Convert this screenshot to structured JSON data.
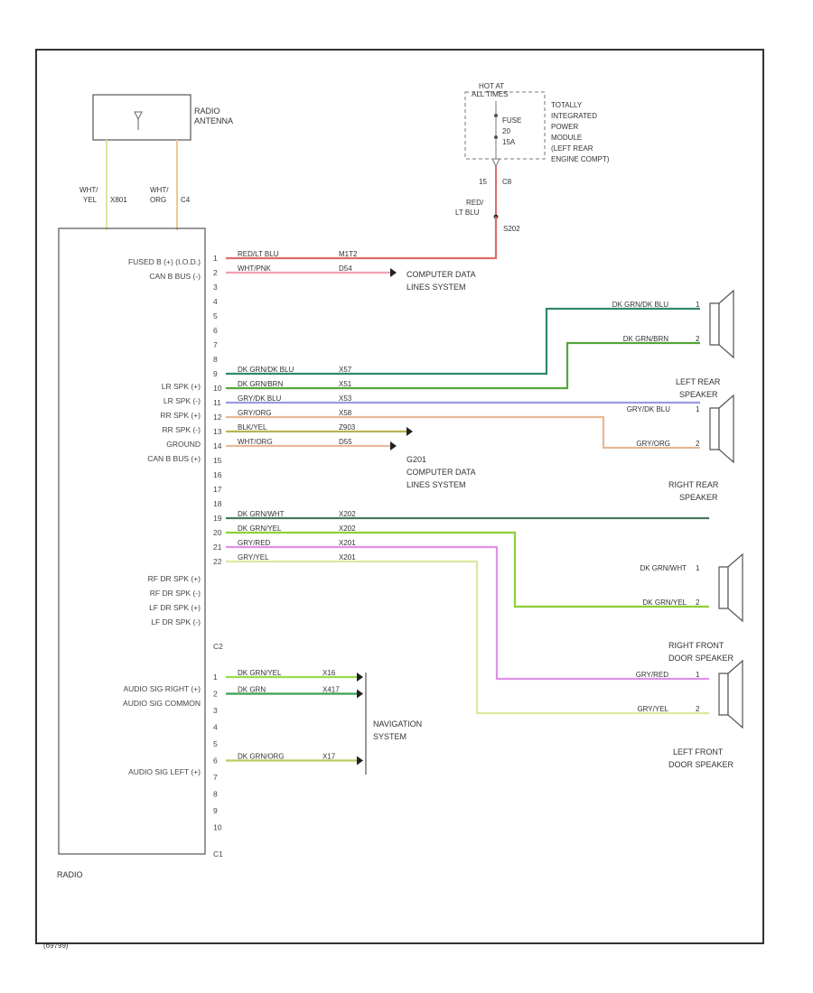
{
  "diagram": {
    "radio_label": "RADIO",
    "figure_code": "(69799)",
    "antenna": {
      "label_line1": "RADIO",
      "label_line2": "ANTENNA",
      "wire_left_line1": "WHT/",
      "wire_left_line2": "YEL",
      "wire_left_circuit": "X801",
      "wire_right_line1": "WHT/",
      "wire_right_line2": "ORG",
      "wire_right_circuit": "C4"
    },
    "power_module": {
      "hot_line1": "HOT AT",
      "hot_line2": "ALL TIMES",
      "fuse_line1": "FUSE",
      "fuse_line2": "20",
      "fuse_line3": "15A",
      "desc_lines": [
        "TOTALLY",
        "INTEGRATED",
        "POWER",
        "MODULE",
        "(LEFT REAR",
        "ENGINE COMPT)"
      ],
      "pin": "15",
      "connector": "C8",
      "feed_color_line1": "RED/",
      "feed_color_line2": "LT BLU",
      "splice": "S202"
    },
    "radio_pins_left": [
      "FUSED B (+) (I.O.D.)",
      "CAN B BUS (-)",
      "LR SPK (+)",
      "LR SPK (-)",
      "RR SPK (+)",
      "RR SPK (-)",
      "GROUND",
      "CAN B BUS (+)",
      "RF DR SPK (+)",
      "RF DR SPK (-)",
      "LF DR SPK (+)",
      "LF DR SPK (-)",
      "AUDIO SIG RIGHT (+)",
      "AUDIO SIG COMMON",
      "AUDIO SIG LEFT (+)"
    ],
    "c2_pins": [
      "1",
      "2",
      "3",
      "4",
      "5",
      "6",
      "7",
      "8",
      "9",
      "10",
      "11",
      "12",
      "13",
      "14",
      "15",
      "16",
      "17",
      "18",
      "19",
      "20",
      "21",
      "22"
    ],
    "c2_label": "C2",
    "c1_pins": [
      "1",
      "2",
      "3",
      "4",
      "5",
      "6",
      "7",
      "8",
      "9",
      "10"
    ],
    "c1_label": "C1",
    "wires_c2": [
      {
        "color": "RED/LT BLU",
        "circuit": "M1T2"
      },
      {
        "color": "WHT/PNK",
        "circuit": "D54"
      },
      {
        "color": "DK GRN/DK BLU",
        "circuit": "X57"
      },
      {
        "color": "DK GRN/BRN",
        "circuit": "X51"
      },
      {
        "color": "GRY/DK BLU",
        "circuit": "X53"
      },
      {
        "color": "GRY/ORG",
        "circuit": "X58"
      },
      {
        "color": "BLK/YEL",
        "circuit": "Z903"
      },
      {
        "color": "WHT/ORG",
        "circuit": "D55"
      },
      {
        "color": "DK GRN/WHT",
        "circuit": "X202"
      },
      {
        "color": "DK GRN/YEL",
        "circuit": "X202"
      },
      {
        "color": "GRY/RED",
        "circuit": "X201"
      },
      {
        "color": "GRY/YEL",
        "circuit": "X201"
      }
    ],
    "wires_c1": [
      {
        "color": "DK GRN/YEL",
        "circuit": "X16"
      },
      {
        "color": "DK GRN",
        "circuit": "X417"
      },
      {
        "color": "DK GRN/ORG",
        "circuit": "X17"
      }
    ],
    "destinations": {
      "computer_data_1_line1": "COMPUTER DATA",
      "computer_data_1_line2": "LINES SYSTEM",
      "ground_splice": "G201",
      "computer_data_2_line1": "COMPUTER DATA",
      "computer_data_2_line2": "LINES SYSTEM",
      "navigation_line1": "NAVIGATION",
      "navigation_line2": "SYSTEM"
    },
    "speakers": {
      "left_rear": {
        "label_line1": "LEFT REAR",
        "label_line2": "SPEAKER",
        "wire1": "DK GRN/DK BLU",
        "wire2": "DK GRN/BRN",
        "pin1": "1",
        "pin2": "2"
      },
      "right_rear": {
        "label_line1": "RIGHT REAR",
        "label_line2": "SPEAKER",
        "wire1": "GRY/DK BLU",
        "wire2": "GRY/ORG",
        "pin1": "1",
        "pin2": "2"
      },
      "right_front": {
        "label_line1": "RIGHT FRONT",
        "label_line2": "DOOR SPEAKER",
        "wire1": "DK GRN/WHT",
        "wire2": "DK GRN/YEL",
        "pin1": "1",
        "pin2": "2"
      },
      "left_front": {
        "label_line1": "LEFT FRONT",
        "label_line2": "DOOR SPEAKER",
        "wire1": "GRY/RED",
        "wire2": "GRY/YEL",
        "pin1": "1",
        "pin2": "2"
      }
    },
    "colors": {
      "red_ltblu": "#e06a6a",
      "wht_pnk": "#f4a0b4",
      "dkgrn_dkblu": "#2f8a6a",
      "dkgrn_brn": "#55a53a",
      "gry_dkblu": "#9a9ae0",
      "gry_org": "#e8b896",
      "blk_yel": "#b8b450",
      "wht_org": "#e8b896",
      "dkgrn_wht": "#4a7a5a",
      "dkgrn_yel": "#8ccf3a",
      "gry_red": "#e090e8",
      "gry_yel": "#e0e6a0",
      "c1_dkgrn_yel": "#98dc4a",
      "c1_dkgrn": "#3aa050",
      "c1_dkgrn_org": "#b8cc60",
      "ant_left": "#d8e8a0",
      "ant_right": "#f0c890"
    }
  }
}
